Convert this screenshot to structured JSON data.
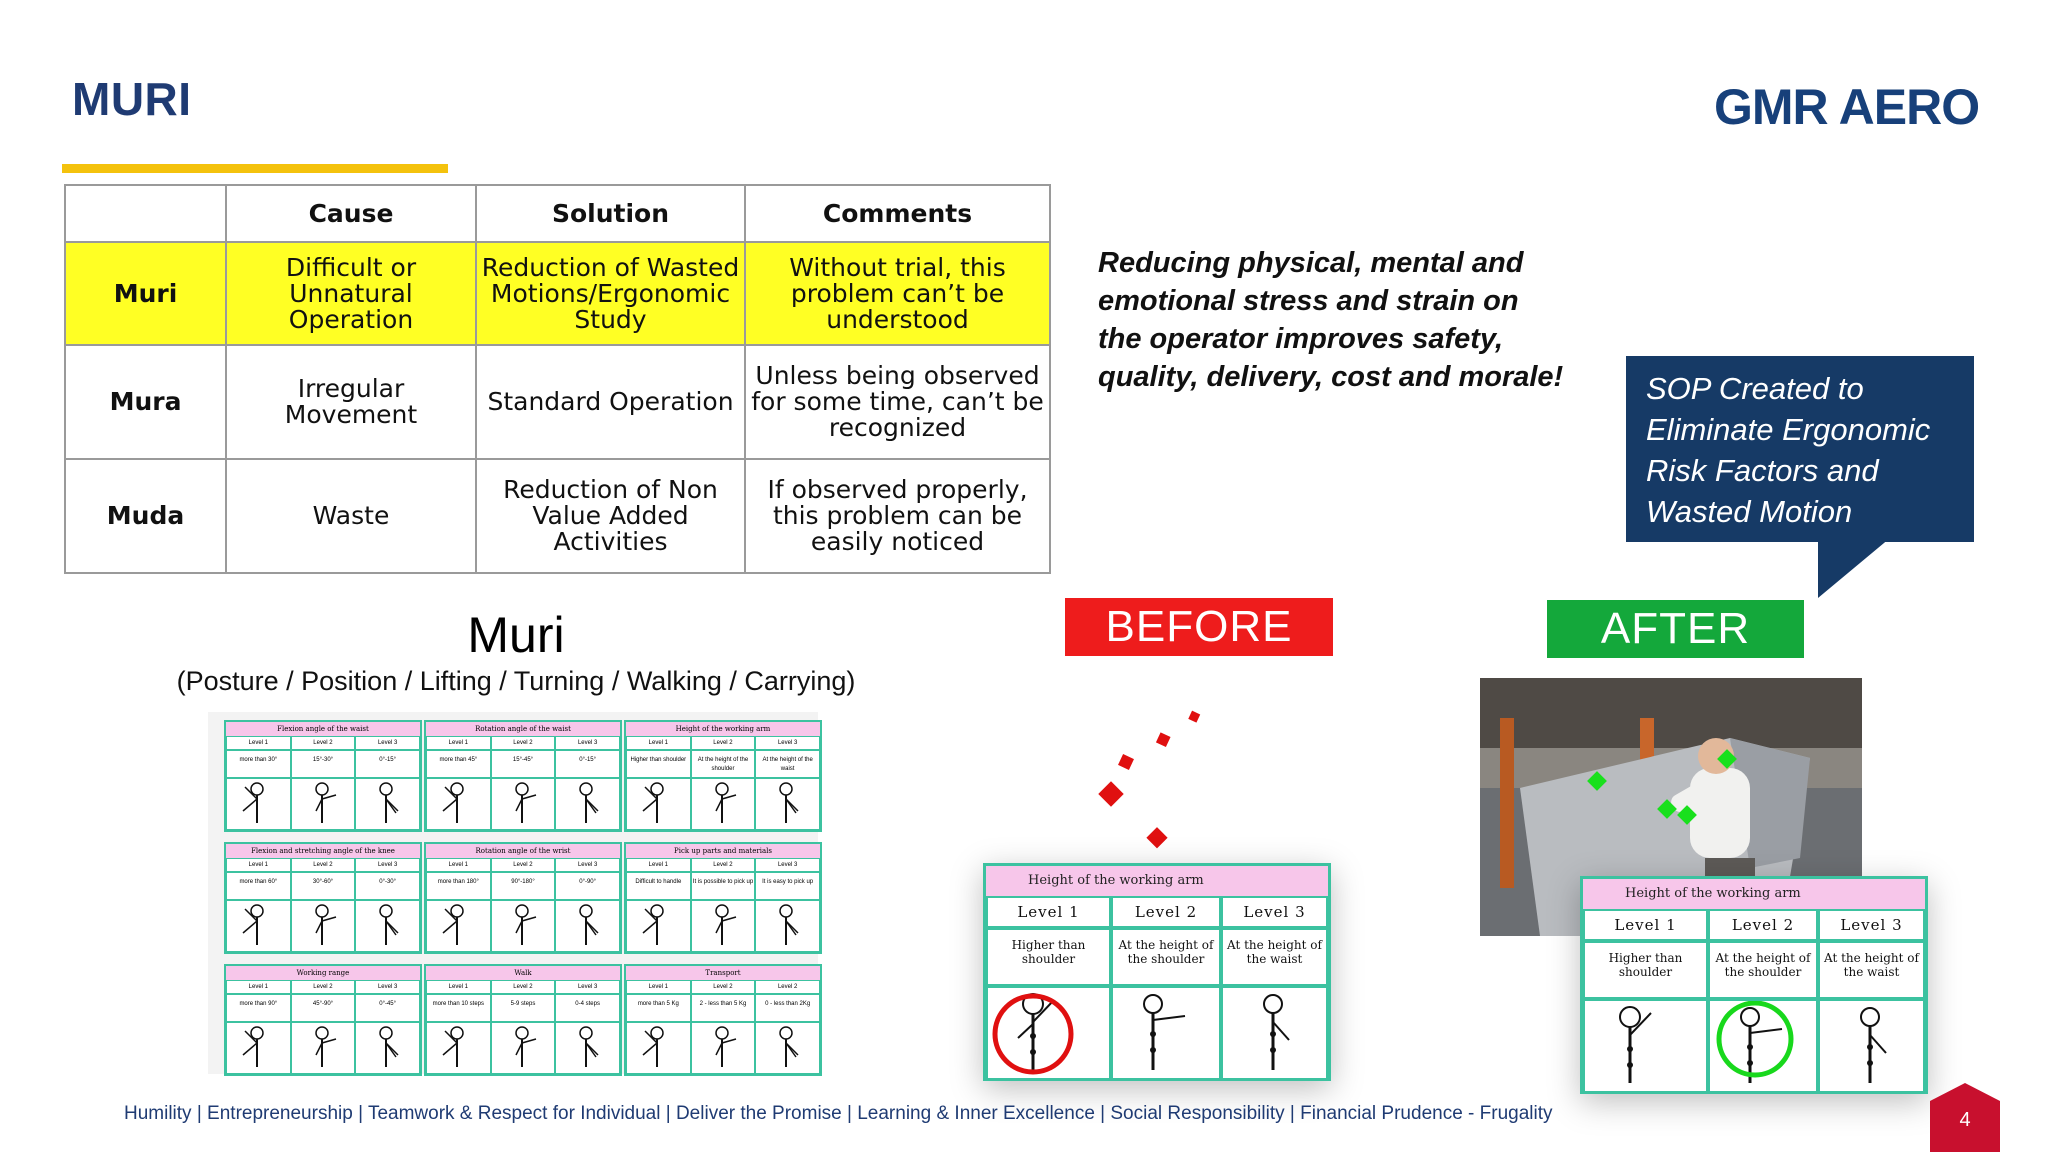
{
  "slide": {
    "title": "MURI",
    "logo": "GMR AERO",
    "page_number": "4"
  },
  "table": {
    "headers": [
      "",
      "Cause",
      "Solution",
      "Comments"
    ],
    "rows": [
      [
        "Muri",
        "Difficult or Unnatural Operation",
        "Reduction of Wasted Motions/Ergonomic Study",
        "Without trial, this problem can’t be understood"
      ],
      [
        "Mura",
        "Irregular Movement",
        "Standard Operation",
        "Unless being observed for some time, can’t be recognized"
      ],
      [
        "Muda",
        "Waste",
        "Reduction of Non Value Added Activities",
        "If observed properly, this problem can be easily noticed"
      ]
    ],
    "highlight_color": "#ffff24"
  },
  "quote": "Reducing physical, mental and emotional stress and strain on the operator improves safety, quality, delivery, cost and morale!",
  "callout": "SOP Created to Eliminate Ergonomic Risk Factors and Wasted Motion",
  "muri_heading": {
    "title": "Muri",
    "subtitle": "(Posture / Position / Lifting / Turning / Walking / Carrying)"
  },
  "assessment_sheet": {
    "panels": [
      {
        "title": "Flexion angle of the waist",
        "levels": [
          "Level 1",
          "Level 2",
          "Level 3"
        ],
        "desc": [
          "more than 30°",
          "15°-30°",
          "0°-15°"
        ]
      },
      {
        "title": "Rotation angle of the waist",
        "levels": [
          "Level 1",
          "Level 2",
          "Level 3"
        ],
        "desc": [
          "more than 45°",
          "15°-45°",
          "0°-15°"
        ]
      },
      {
        "title": "Height of the working arm",
        "levels": [
          "Level 1",
          "Level 2",
          "Level 3"
        ],
        "desc": [
          "Higher than shoulder",
          "At the height of the shoulder",
          "At the height of the waist"
        ]
      },
      {
        "title": "Flexion and stretching angle of the knee",
        "levels": [
          "Level 1",
          "Level 2",
          "Level 3"
        ],
        "desc": [
          "more than 60°",
          "30°-60°",
          "0°-30°"
        ]
      },
      {
        "title": "Rotation angle of the wrist",
        "levels": [
          "Level 1",
          "Level 2",
          "Level 3"
        ],
        "desc": [
          "more than 180°",
          "90°-180°",
          "0°-90°"
        ]
      },
      {
        "title": "Pick up parts and materials",
        "levels": [
          "Level 1",
          "Level 2",
          "Level 3"
        ],
        "desc": [
          "Difficult to handle",
          "It is possible to pick up",
          "It is easy to pick up"
        ]
      },
      {
        "title": "Working range",
        "levels": [
          "Level 1",
          "Level 2",
          "Level 3"
        ],
        "desc": [
          "more than 90°",
          "45°-90°",
          "0°-45°"
        ]
      },
      {
        "title": "Walk",
        "levels": [
          "Level 1",
          "Level 2",
          "Level 3"
        ],
        "desc": [
          "more than 10 steps",
          "5-9 steps",
          "0-4 steps"
        ]
      },
      {
        "title": "Transport",
        "levels": [
          "Level 1",
          "Level 2",
          "Level 2"
        ],
        "desc": [
          "more than 5 Kg",
          "2 - less than 5 Kg",
          "0 - less than 2Kg"
        ]
      }
    ]
  },
  "before": {
    "label": "BEFORE",
    "card_title": "Height of the working arm",
    "levels": [
      "Level 1",
      "Level 2",
      "Level 3"
    ],
    "desc": [
      "Higher than shoulder",
      "At the height of the shoulder",
      "At the height of the waist"
    ],
    "marker_color": "#e01010"
  },
  "after": {
    "label": "AFTER",
    "card_title": "Height of the working arm",
    "levels": [
      "Level 1",
      "Level 2",
      "Level 3"
    ],
    "desc": [
      "Higher than shoulder",
      "At the height of the shoulder",
      "At the height of the waist"
    ],
    "marker_color": "#18d81c"
  },
  "footer": "Humility | Entrepreneurship | Teamwork & Respect for Individual | Deliver the Promise | Learning & Inner Excellence | Social Responsibility | Financial Prudence - Frugality",
  "colors": {
    "brand_navy": "#1f3b73",
    "accent_yellow": "#f4c20d",
    "before_red": "#ee1c1c",
    "after_green": "#14a83b",
    "page_badge": "#c8102e"
  }
}
